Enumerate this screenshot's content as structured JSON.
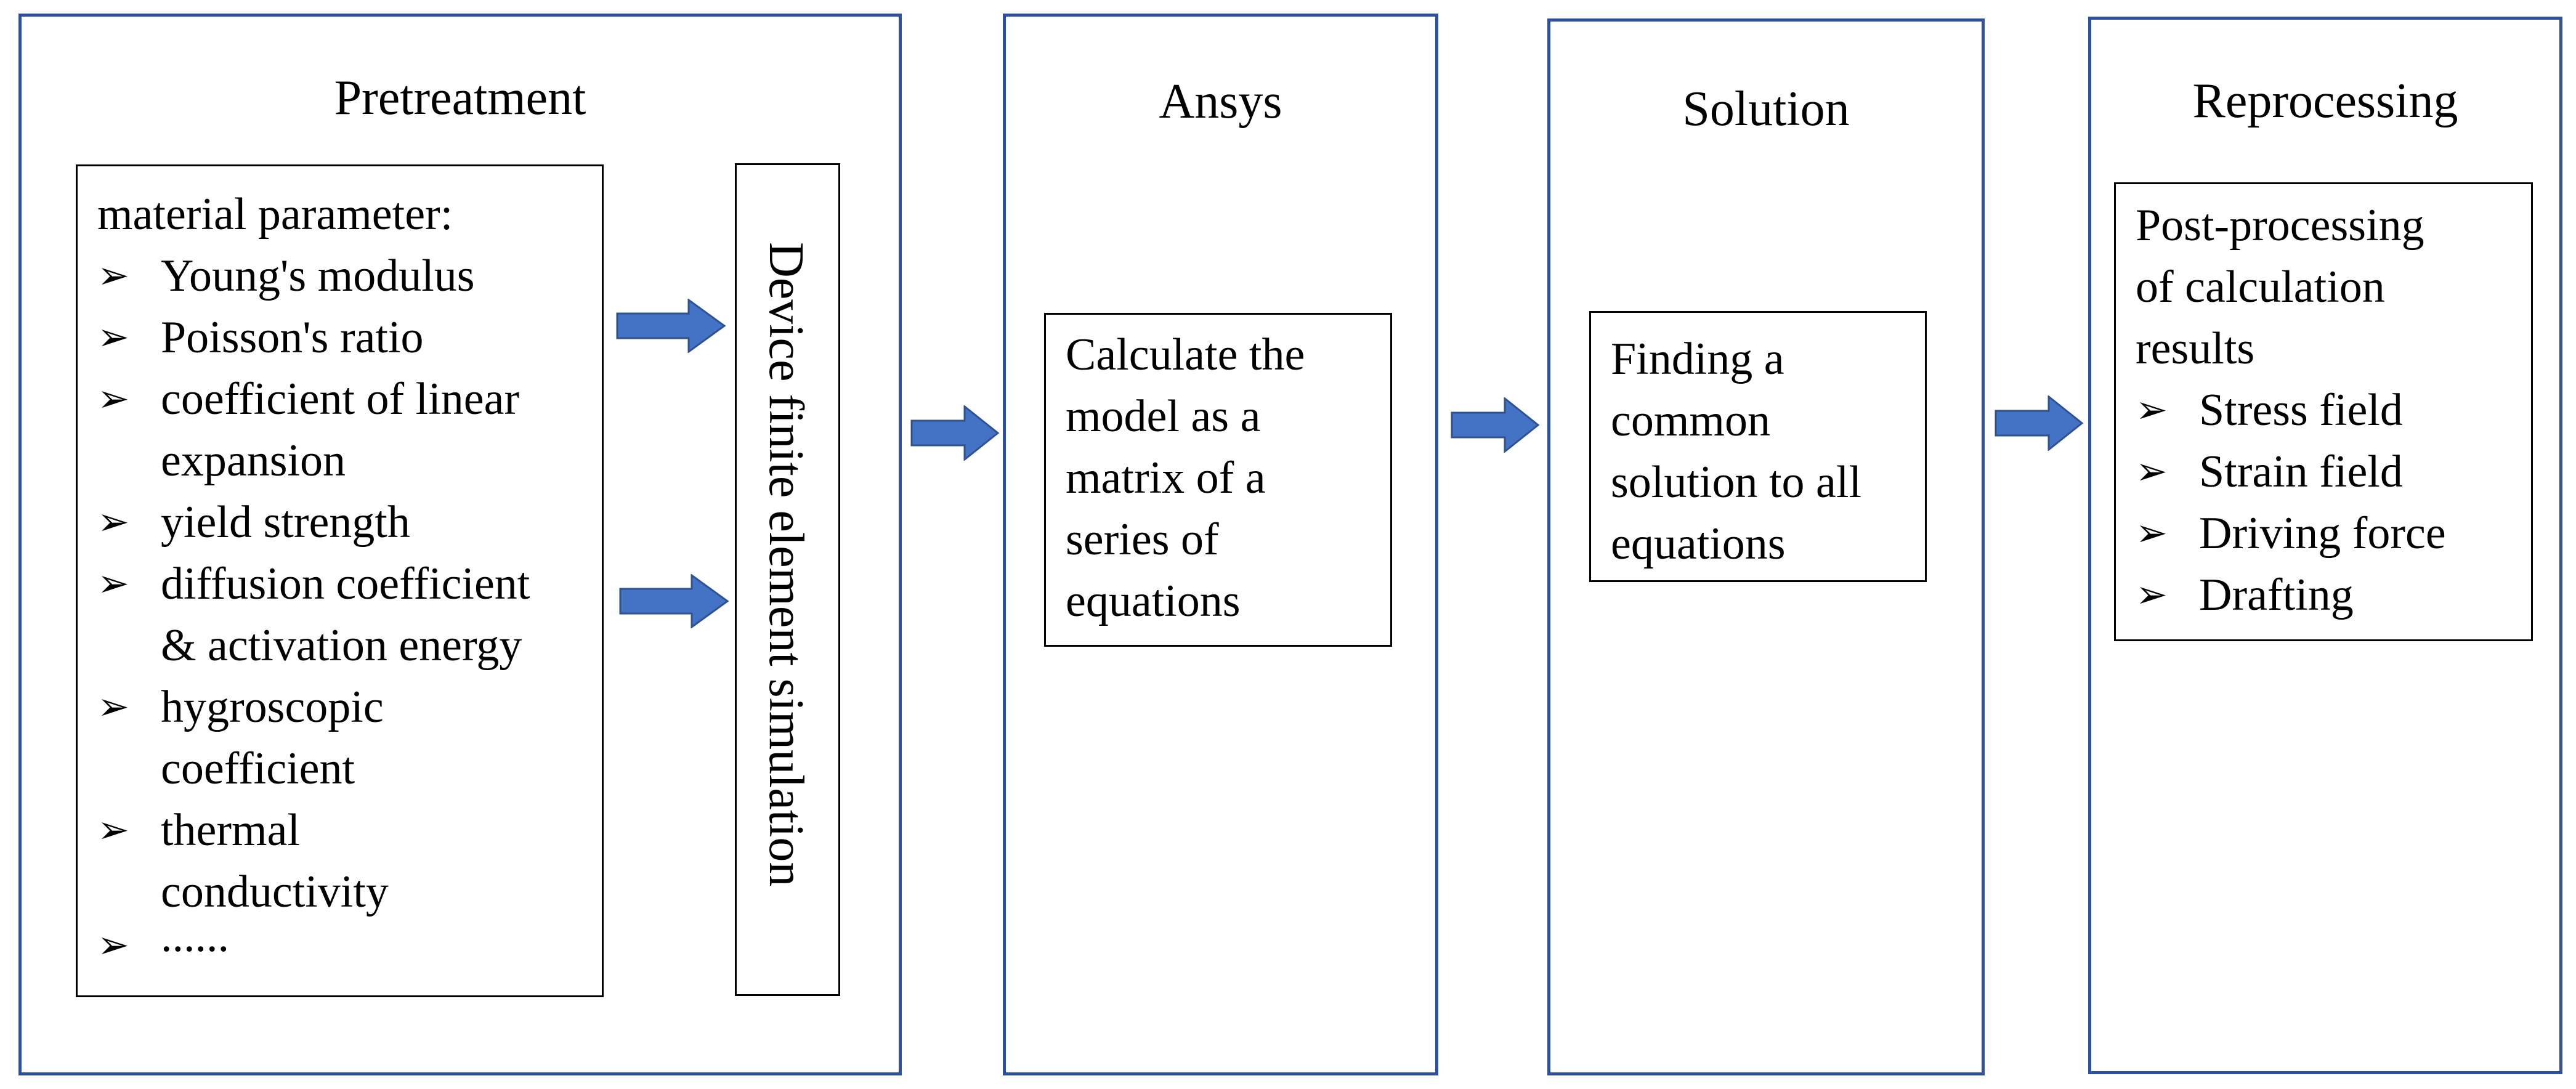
{
  "pretreatment": {
    "title": "Pretreatment",
    "list_heading": "material parameter:",
    "items": [
      "Young's modulus",
      "Poisson's ratio",
      "coefficient of linear",
      "expansion",
      "yield strength",
      "diffusion coefficient",
      "& activation energy",
      "hygroscopic",
      "coefficient",
      "thermal",
      "conductivity",
      "......"
    ],
    "simulation_label": "Device finite element simulation"
  },
  "ansys": {
    "title": "Ansys",
    "lines": [
      "Calculate the",
      "model as a",
      "matrix of a",
      "series of",
      "equations"
    ]
  },
  "solution": {
    "title": "Solution",
    "lines": [
      "Finding a",
      "common",
      "solution to all",
      "equations"
    ]
  },
  "reprocessing": {
    "title": "Reprocessing",
    "lines": [
      "Post-processing",
      "of calculation",
      "results"
    ],
    "items": [
      "Stress field",
      "Strain field",
      "Driving force",
      "Drafting"
    ]
  },
  "colors": {
    "panel_border": "#2f4f9f",
    "arrow_fill": "#4472c4",
    "arrow_stroke": "#2f528f"
  },
  "icons": {
    "bullet": "➢ arrowhead bullet",
    "arrow": "right-block-arrow"
  }
}
